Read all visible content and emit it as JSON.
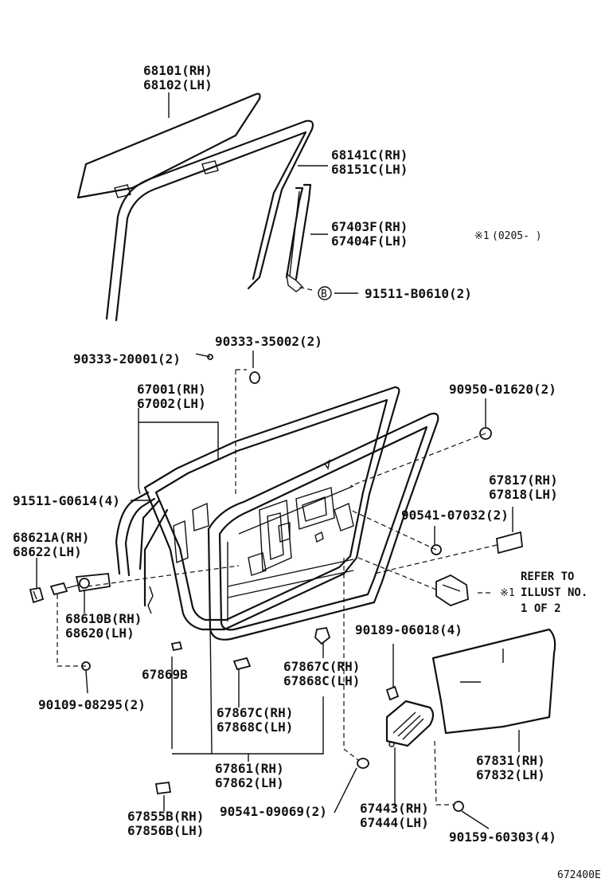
{
  "diagram_code": "672400E",
  "note_symbol": "※1",
  "note_period": "(0205-      )",
  "refer_note": [
    "REFER TO",
    "ILLUST NO.",
    "1 OF 2"
  ],
  "circle_b": "B",
  "labels": {
    "glass_rh": "68101(RH)",
    "glass_lh": "68102(LH)",
    "run_rh": "68141C(RH)",
    "run_lh": "68151C(LH)",
    "weather_rh": "67403F(RH)",
    "weather_lh": "67404F(LH)",
    "bolt_b": "91511-B0610(2)",
    "screw_20001": "90333-20001(2)",
    "screw_35002": "90333-35002(2)",
    "panel_rh": "67001(RH)",
    "panel_lh": "67002(LH)",
    "hole_plug": "90950-01620(2)",
    "bolt_g": "91511-G0614(4)",
    "stopper_rh": "67817(RH)",
    "stopper_lh": "67818(LH)",
    "plug_07032": "90541-07032(2)",
    "hinge_cover_rh": "68621A(RH)",
    "hinge_cover_lh": "68622(LH)",
    "check_rh": "68610B(RH)",
    "check_lh": "68620(LH)",
    "bolt_06018": "90189-06018(4)",
    "clip_b": "67869B",
    "clip_c_rh": "67867C(RH)",
    "clip_c_lh": "67868C(LH)",
    "clip_c2_rh": "67867C(RH)",
    "clip_c2_lh": "67868C(LH)",
    "bolt_08295": "90109-08295(2)",
    "cover_rh": "67831(RH)",
    "cover_lh": "67832(LH)",
    "seal_rh": "67861(RH)",
    "seal_lh": "67862(LH)",
    "frame_rh": "67443(RH)",
    "frame_lh": "67444(LH)",
    "plug_09069": "90541-09069(2)",
    "pad_rh": "67855B(RH)",
    "pad_lh": "67856B(LH)",
    "screw_60303": "90159-60303(4)"
  }
}
